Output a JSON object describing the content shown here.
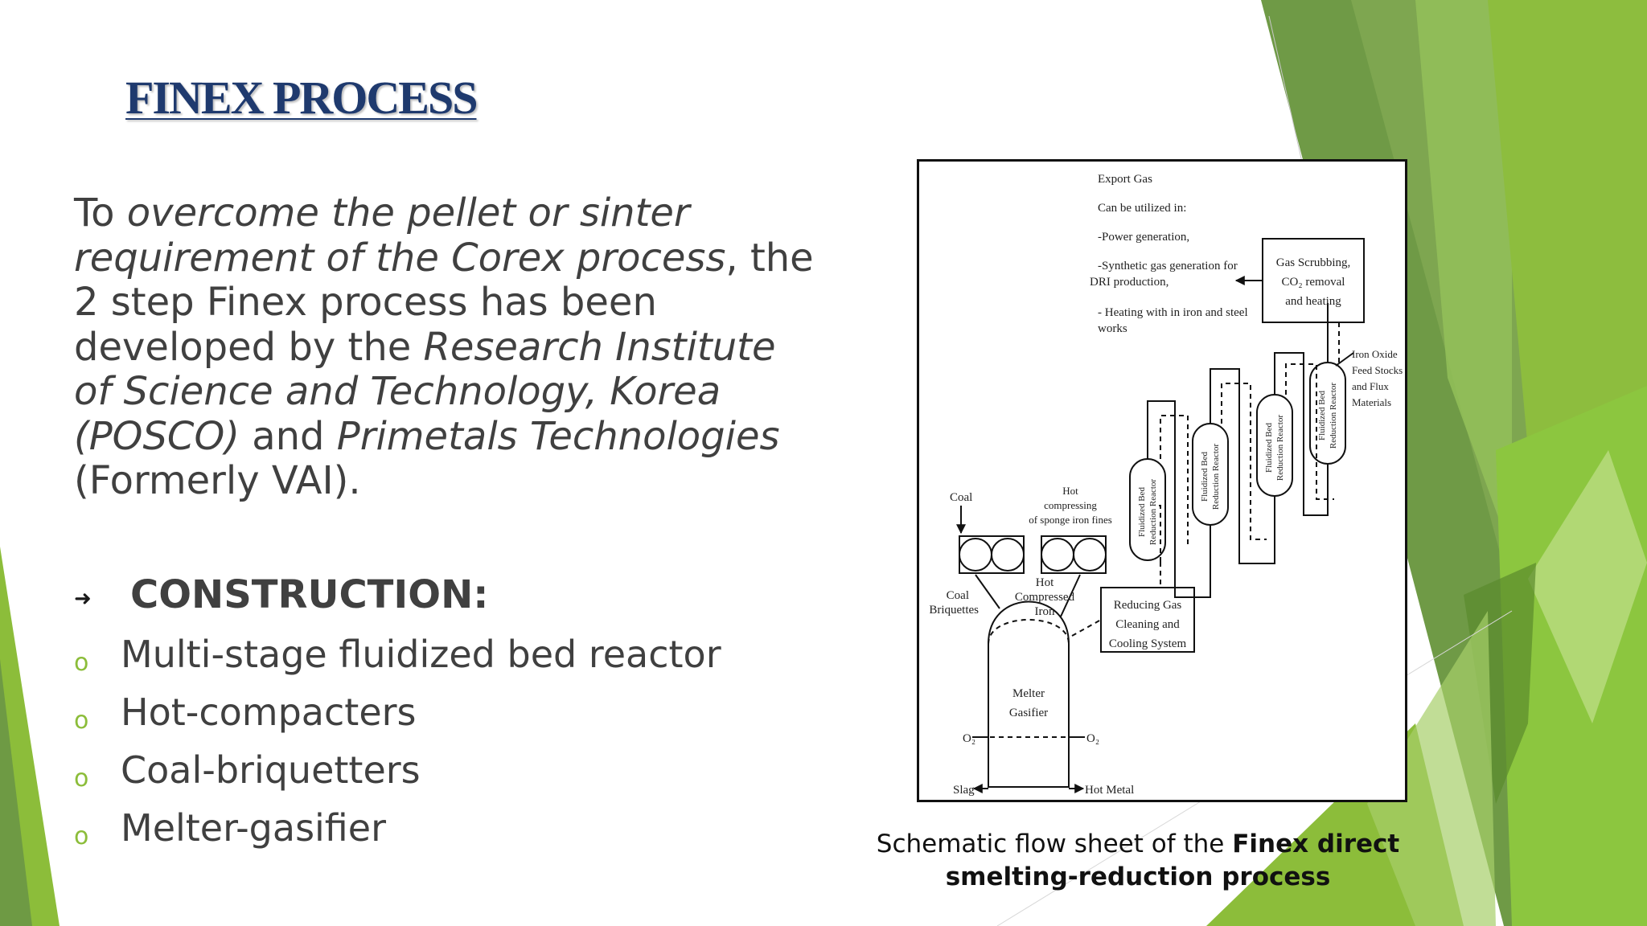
{
  "title": "FINEX PROCESS",
  "intro": {
    "p1": "To ",
    "i1": "overcome the pellet or sinter requirement of the Corex process",
    "p2": ", the 2 step Finex process has been developed by the ",
    "i2": "Research Institute of Science and Technology, Korea (POSCO)",
    "p3": " and ",
    "i3": "Primetals Technologies",
    "p4": " (Formerly VAI)."
  },
  "section": {
    "bullet_icon": "arrow-icon",
    "label": "CONSTRUCTION:"
  },
  "parts": [
    "Multi-stage fluidized bed reactor",
    "Hot-compacters",
    "Coal-briquetters",
    "Melter-gasifier"
  ],
  "parts_bullet": "o",
  "diagram": {
    "export_gas": "Export Gas",
    "utilized": "Can be utilized in:",
    "use1": "-Power generation,",
    "use2a": "-Synthetic gas generation for",
    "use2b": "DRI production,",
    "use3a": "- Heating with in iron and steel",
    "use3b": "works",
    "scrub1": "Gas Scrubbing,",
    "scrub2": "CO₂ removal",
    "scrub3": "and heating",
    "feed1": "Iron Oxide",
    "feed2": "Feed Stocks",
    "feed3": "and Flux",
    "feed4": "Materials",
    "reactor1": "Fluidized Bed",
    "reactor2": "Reduction Reactor",
    "hot1": "Hot",
    "hot2": "compressing",
    "hot3": "of sponge iron fines",
    "coal": "Coal",
    "coal_briq1": "Coal",
    "coal_briq2": "Briquettes",
    "hci1": "Hot",
    "hci2": "Compressed",
    "hci3": "Iron",
    "red1": "Reducing Gas",
    "red2": "Cleaning and",
    "red3": "Cooling System",
    "melter1": "Melter",
    "melter2": "Gasifier",
    "o2": "O₂",
    "slag": "Slag",
    "hot_metal": "Hot Metal"
  },
  "caption": {
    "normal": "Schematic flow sheet of the ",
    "bold": "Finex direct smelting-reduction process"
  },
  "colors": {
    "title": "#1f3a6e",
    "body_text": "#404040",
    "accent_green": "#8cbd3a",
    "dark_green": "#6e9a44"
  }
}
